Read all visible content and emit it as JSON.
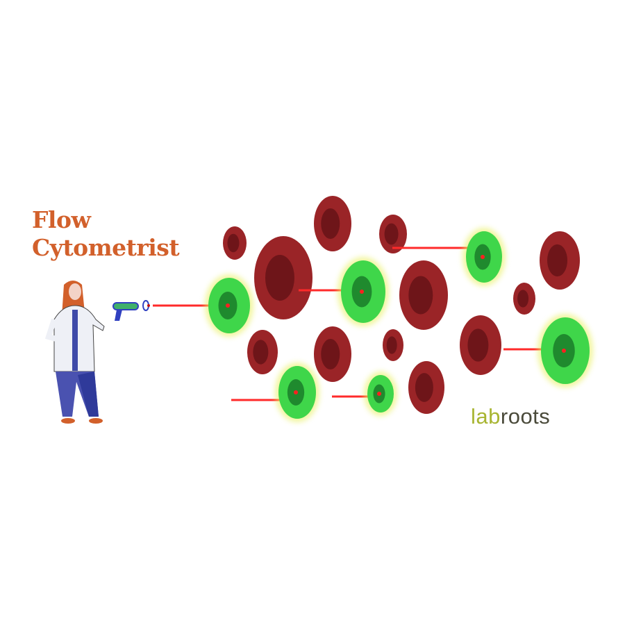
{
  "title": {
    "line1": "Flow",
    "line2": "Cytometrist"
  },
  "logo": {
    "part1": "lab",
    "part2": "roots"
  },
  "colors": {
    "title": "#d2602b",
    "red_cell": "#8e1e22",
    "green_cell": "#3fd64a",
    "laser": "#ff2a2a",
    "logo_lab": "#a8b532",
    "logo_roots": "#4a4a3a"
  }
}
